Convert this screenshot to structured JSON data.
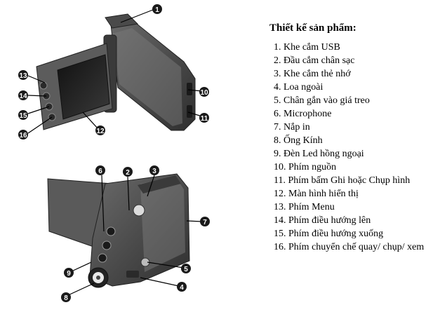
{
  "parts": {
    "title": "Thiết kế sản phẩm:",
    "items": [
      "1. Khe cắm USB",
      "2. Đầu cắm chân sạc",
      "3. Khe cắm thẻ nhớ",
      "4. Loa ngoài",
      "5. Chân gắn vào giá treo",
      "6. Microphone",
      "7. Nắp in",
      "8. Ống Kính",
      "9. Đèn Led hồng ngoại",
      "10. Phím nguồn",
      "11. Phím bấm Ghi hoặc Chụp hình",
      "12. Màn hình hiển thị",
      "13. Phím Menu",
      "14. Phím điều hướng lên",
      "15. Phím điều hướng xuống",
      "16. Phím chuyển chế quay/ chụp/ xem"
    ]
  },
  "callouts": {
    "c1": "1",
    "c2": "2",
    "c3": "3",
    "c4": "4",
    "c5": "5",
    "c6": "6",
    "c7": "7",
    "c8": "8",
    "c9": "9",
    "c10": "10",
    "c11": "11",
    "c12": "12",
    "c13": "13",
    "c14": "14",
    "c15": "15",
    "c16": "16"
  }
}
